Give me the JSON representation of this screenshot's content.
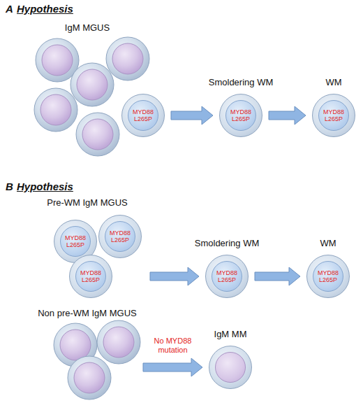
{
  "diagram": {
    "nodes": [
      {
        "text": [
          "IgM MGUS"
        ]
      },
      {
        "text": [
          "MYD88 L265P"
        ],
        "in": 0
      },
      {
        "text": [
          "Smoldering WM",
          "MYD88 L265P"
        ]
      },
      {
        "text": [
          "WM",
          "MYD88 L265P"
        ]
      },
      {
        "text": [
          "Pre-WM IgM MGUS"
        ]
      },
      {
        "text": [
          "MYD88 L265P"
        ],
        "in": 4
      },
      {
        "text": [
          "MYD88 L265P"
        ],
        "in": 4
      },
      {
        "text": [
          "MYD88 L265P"
        ],
        "in": 4
      },
      {
        "text": [
          "Smoldering WM",
          "MYD88 L265P"
        ]
      },
      {
        "text": [
          "WM",
          "MYD88 L265P"
        ]
      },
      {
        "text": [
          "Non pre-WM IgM MGUS"
        ]
      },
      {
        "text": [
          "IgM MM"
        ]
      }
    ],
    "edges": [
      {
        "from": 0,
        "to": 2,
        "arrow": "to"
      },
      {
        "from": 2,
        "to": 3,
        "arrow": "to"
      },
      {
        "from": 4,
        "to": 8,
        "arrow": "to"
      },
      {
        "from": 8,
        "to": 9,
        "arrow": "to"
      },
      {
        "from": 10,
        "to": 11,
        "label": "No MYD88 mutation",
        "arrow": "to"
      }
    ],
    "labels": [
      "A",
      "Hypothesis",
      "B",
      "Hypothesis"
    ]
  }
}
